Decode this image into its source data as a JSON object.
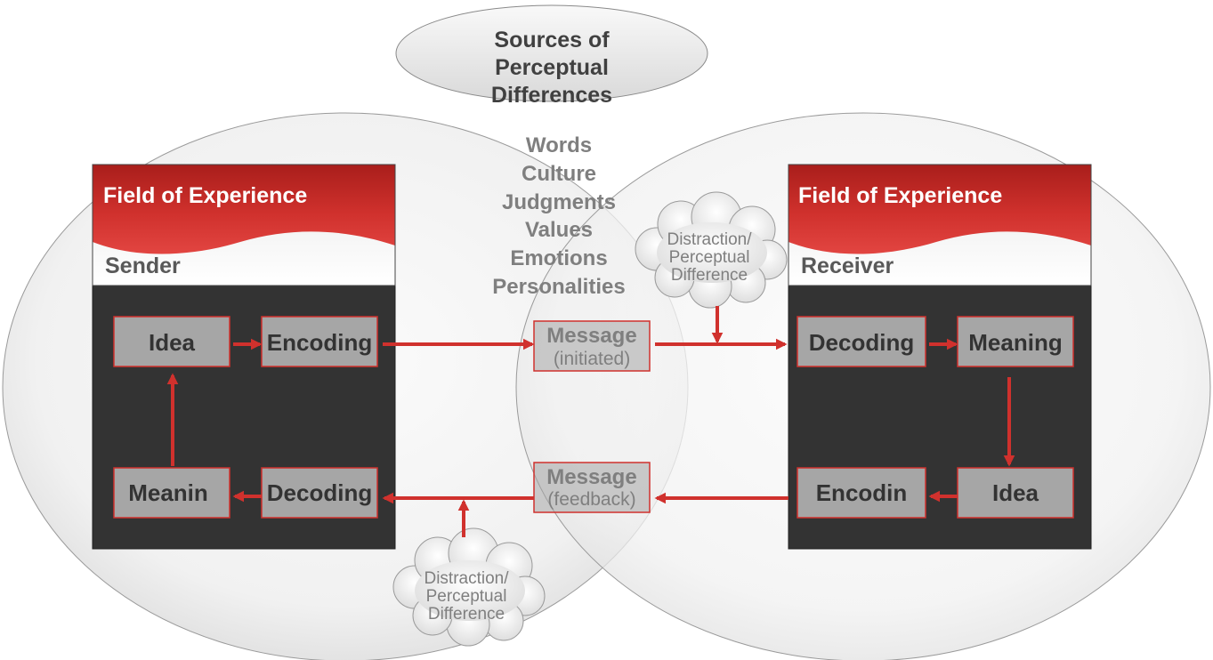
{
  "sources": {
    "title_lines": [
      "Sources of",
      "Perceptual",
      "Differences"
    ],
    "items": [
      "Words",
      "Culture",
      "Judgments",
      "Values",
      "Emotions",
      "Personalities"
    ]
  },
  "sender": {
    "header": "Field of Experience",
    "role": "Sender",
    "idea": "Idea",
    "encoding": "Encoding",
    "meaning": "Meanin",
    "decoding": "Decoding"
  },
  "receiver": {
    "header": "Field of Experience",
    "role": "Receiver",
    "decoding": "Decoding",
    "meaning": "Meaning",
    "encoding": "Encodin",
    "idea": "Idea"
  },
  "message_initiated": {
    "title": "Message",
    "sub": "(initiated)"
  },
  "message_feedback": {
    "title": "Message",
    "sub": "(feedback)"
  },
  "distraction_top": {
    "lines": [
      "Distraction/",
      "Perceptual",
      "Difference"
    ]
  },
  "distraction_bottom": {
    "lines": [
      "Distraction/",
      "Perceptual",
      "Difference"
    ]
  },
  "colors": {
    "red": "#d0312d",
    "dark_panel": "#333333",
    "box_fill": "#a6a6a6",
    "text_gray": "#7f7f7f"
  }
}
